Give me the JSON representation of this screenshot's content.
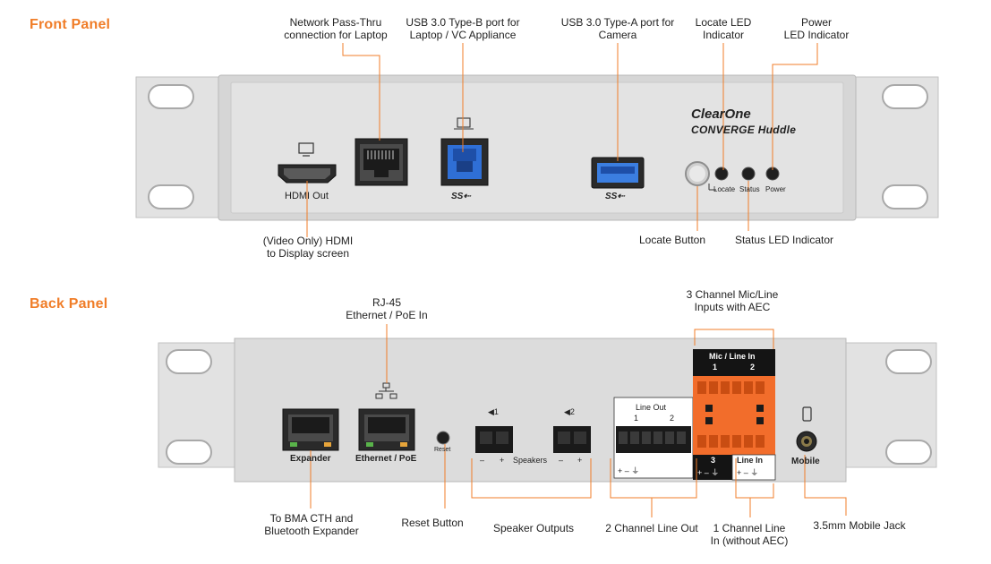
{
  "sections": {
    "front": "Front Panel",
    "back": "Back Panel"
  },
  "front_panel": {
    "brand": "ClearOne",
    "model": "CONVERGE Huddle",
    "port_labels": {
      "hdmi_out": "HDMI Out",
      "ss_usb_b": "SS⇠",
      "ss_usb_a": "SS⇠",
      "locate": "Locate",
      "status": "Status",
      "power": "Power"
    },
    "callouts": {
      "network_pass_thru": "Network Pass-Thru\nconnection for Laptop",
      "usb_b": "USB 3.0 Type-B port for\nLaptop / VC Appliance",
      "usb_a": "USB 3.0 Type-A port for\nCamera",
      "locate_led": "Locate LED\nIndicator",
      "power_led": "Power\nLED Indicator",
      "hdmi": "(Video Only) HDMI\nto Display screen",
      "locate_button": "Locate Button",
      "status_led": "Status LED Indicator"
    }
  },
  "back_panel": {
    "port_labels": {
      "expander": "Expander",
      "ethernet_poe": "Ethernet / PoE",
      "reset": "Reset",
      "speaker1": "◀1",
      "speaker2": "◀2",
      "speakers": "Speakers",
      "minus": "–",
      "plus": "+",
      "line_out": "Line Out",
      "line_out_1": "1",
      "line_out_2": "2",
      "line_out_pins": "+ – ⏚",
      "mic_line_in": "Mic / Line In",
      "mic_1": "1",
      "mic_2": "2",
      "ch3": "3",
      "ch3_pins": "+ – ⏚",
      "line_in": "Line In",
      "line_in_pins": "+ – ⏚",
      "mobile": "Mobile"
    },
    "callouts": {
      "rj45": "RJ-45\nEthernet / PoE In",
      "mic_inputs": "3 Channel Mic/Line\nInputs with AEC",
      "bma": "To BMA CTH and\nBluetooth Expander",
      "reset_button": "Reset Button",
      "speaker_outputs": "Speaker Outputs",
      "line_out_2ch": "2 Channel Line Out",
      "line_in_1ch": "1 Channel Line\nIn (without AEC)",
      "mobile_jack": "3.5mm Mobile Jack"
    }
  },
  "colors": {
    "accent": "#f07d28",
    "panel": "#dcdcdc",
    "panel_edge": "#bdbdbd",
    "usb_blue": "#2f6fd6",
    "terminal_orange": "#f26d2b",
    "terminal_black": "#1a1a1a"
  }
}
